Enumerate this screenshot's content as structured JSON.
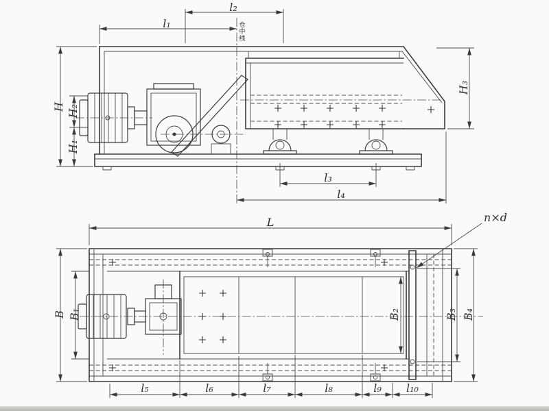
{
  "page": {
    "background": "#fbfaf8",
    "line_color": "#3a3a3a",
    "label_color": "#2e2e2e"
  },
  "top_view": {
    "center_line_label": "仓中线",
    "dims": {
      "l1": "l₁",
      "l2": "l₂",
      "l3": "l₃",
      "l4": "l₄",
      "H": "H",
      "H1": "H₁",
      "H2": "H₂",
      "H3": "H₃"
    }
  },
  "bottom_view": {
    "dims": {
      "L": "L",
      "nxd": "n×d",
      "B": "B",
      "B1": "B₁",
      "B2": "B₂",
      "B3": "B₃",
      "B4": "B₄",
      "l5": "l₅",
      "l6": "l₆",
      "l7": "l₇",
      "l8": "l₈",
      "l9": "l₉",
      "l10": "l₁₀"
    }
  }
}
